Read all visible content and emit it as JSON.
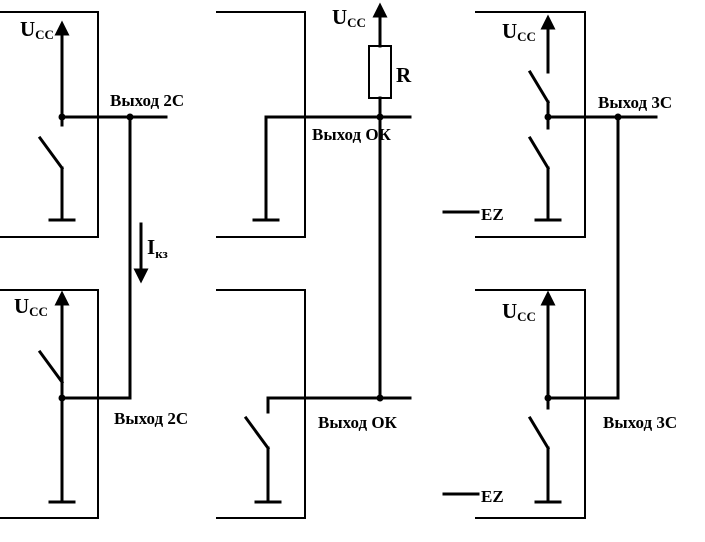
{
  "labels": {
    "ucc_main": "U",
    "ucc_sub": "CC",
    "resistor": "R",
    "out_2s": "Выход 2С",
    "out_ok": "Выход ОК",
    "out_3s": "Выход 3С",
    "ez": "EZ",
    "ikz_main": "I",
    "ikz_sub": "кз"
  },
  "colors": {
    "line": "#000000",
    "background": "#ffffff"
  }
}
